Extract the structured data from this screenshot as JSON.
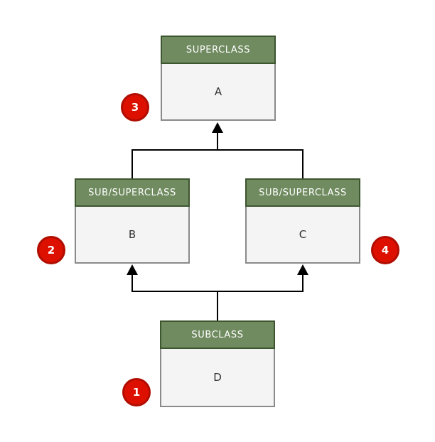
{
  "diagram": {
    "nodes": {
      "a": {
        "header": "SUPERCLASS",
        "label": "A"
      },
      "b": {
        "header": "SUB/SUPERCLASS",
        "label": "B"
      },
      "c": {
        "header": "SUB/SUPERCLASS",
        "label": "C"
      },
      "d": {
        "header": "SUBCLASS",
        "label": "D"
      }
    },
    "badges": {
      "b1": "1",
      "b2": "2",
      "b3": "3",
      "b4": "4"
    }
  },
  "theme": {
    "header-fill": "#708B60",
    "header-border": "#3E5630",
    "body-fill": "#F4F4F4",
    "body-border": "#8A8A8A",
    "body-text": "#333333",
    "header-text": "#FFFFFF",
    "badge-fill": "#DD1000",
    "badge-ring": "#B00D00",
    "badge-text": "#FFFFFF",
    "line-color": "#000000",
    "background": "#FFFFFF"
  }
}
